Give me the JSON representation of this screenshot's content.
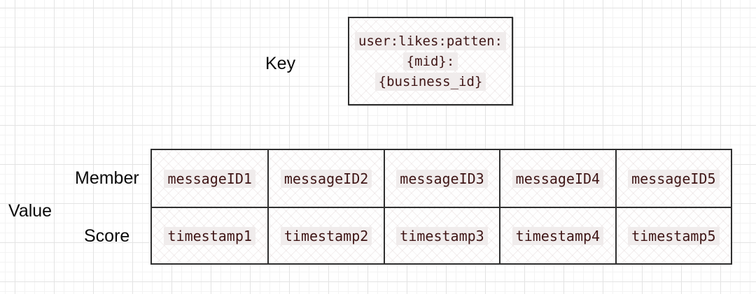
{
  "diagram": {
    "key": {
      "label": "Key",
      "lines": [
        "user:likes:patten:",
        "{mid}:",
        "{business_id}"
      ]
    },
    "value": {
      "label": "Value",
      "rows": [
        {
          "label": "Member",
          "cells": [
            "messageID1",
            "messageID2",
            "messageID3",
            "messageID4",
            "messageID5"
          ]
        },
        {
          "label": "Score",
          "cells": [
            "timestamp1",
            "timestamp2",
            "timestamp3",
            "timestamp4",
            "timestamp5"
          ]
        }
      ]
    }
  },
  "colors": {
    "code_text": "#3f1616",
    "code_highlight": "#f0ecec",
    "box_border": "#2f2f2f",
    "label_text": "#0b0b0b"
  }
}
